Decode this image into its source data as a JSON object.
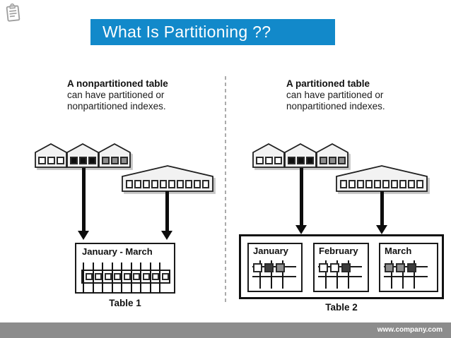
{
  "slide": {
    "title": "What Is Partitioning ??",
    "footer": "www.company.com",
    "icons": {
      "top_left": "clipboard-icon"
    },
    "colors": {
      "title_bar_blue": "#1289CA",
      "footer_gray": "#8C8C8C",
      "diagram_black": "#0d0d0d",
      "square_gray": "#8d8d8d",
      "square_dark": "#3c3c3c",
      "house_fill": "#f2f2f2"
    }
  },
  "left": {
    "heading": "A nonpartitioned table",
    "line2": "can have partitioned or",
    "line3": "nonpartitioned indexes.",
    "houses": [
      [
        "white",
        "white",
        "white"
      ],
      [
        "black",
        "black",
        "black"
      ],
      [
        "gray",
        "gray",
        "gray"
      ]
    ],
    "wide_index_squares": [
      "white",
      "white",
      "white",
      "white",
      "white",
      "white",
      "white",
      "white",
      "white",
      "white"
    ],
    "table_label": "January - March",
    "band_squares": [
      "white",
      "white",
      "white",
      "white",
      "white",
      "white",
      "white",
      "white",
      "white"
    ],
    "caption": "Table 1"
  },
  "right": {
    "heading": "A partitioned table",
    "line2": "can have partitioned or",
    "line3": "nonpartitioned indexes.",
    "houses": [
      [
        "white",
        "white",
        "white"
      ],
      [
        "black",
        "black",
        "black"
      ],
      [
        "gray",
        "gray",
        "gray"
      ]
    ],
    "wide_index_squares": [
      "white",
      "white",
      "white",
      "white",
      "white",
      "white",
      "white",
      "white",
      "white",
      "white"
    ],
    "partitions": [
      {
        "label": "January",
        "squares": [
          "white",
          "dark",
          "gray"
        ]
      },
      {
        "label": "February",
        "squares": [
          "white",
          "white",
          "dark"
        ]
      },
      {
        "label": "March",
        "squares": [
          "gray",
          "gray",
          "dark"
        ]
      }
    ],
    "caption": "Table 2"
  }
}
